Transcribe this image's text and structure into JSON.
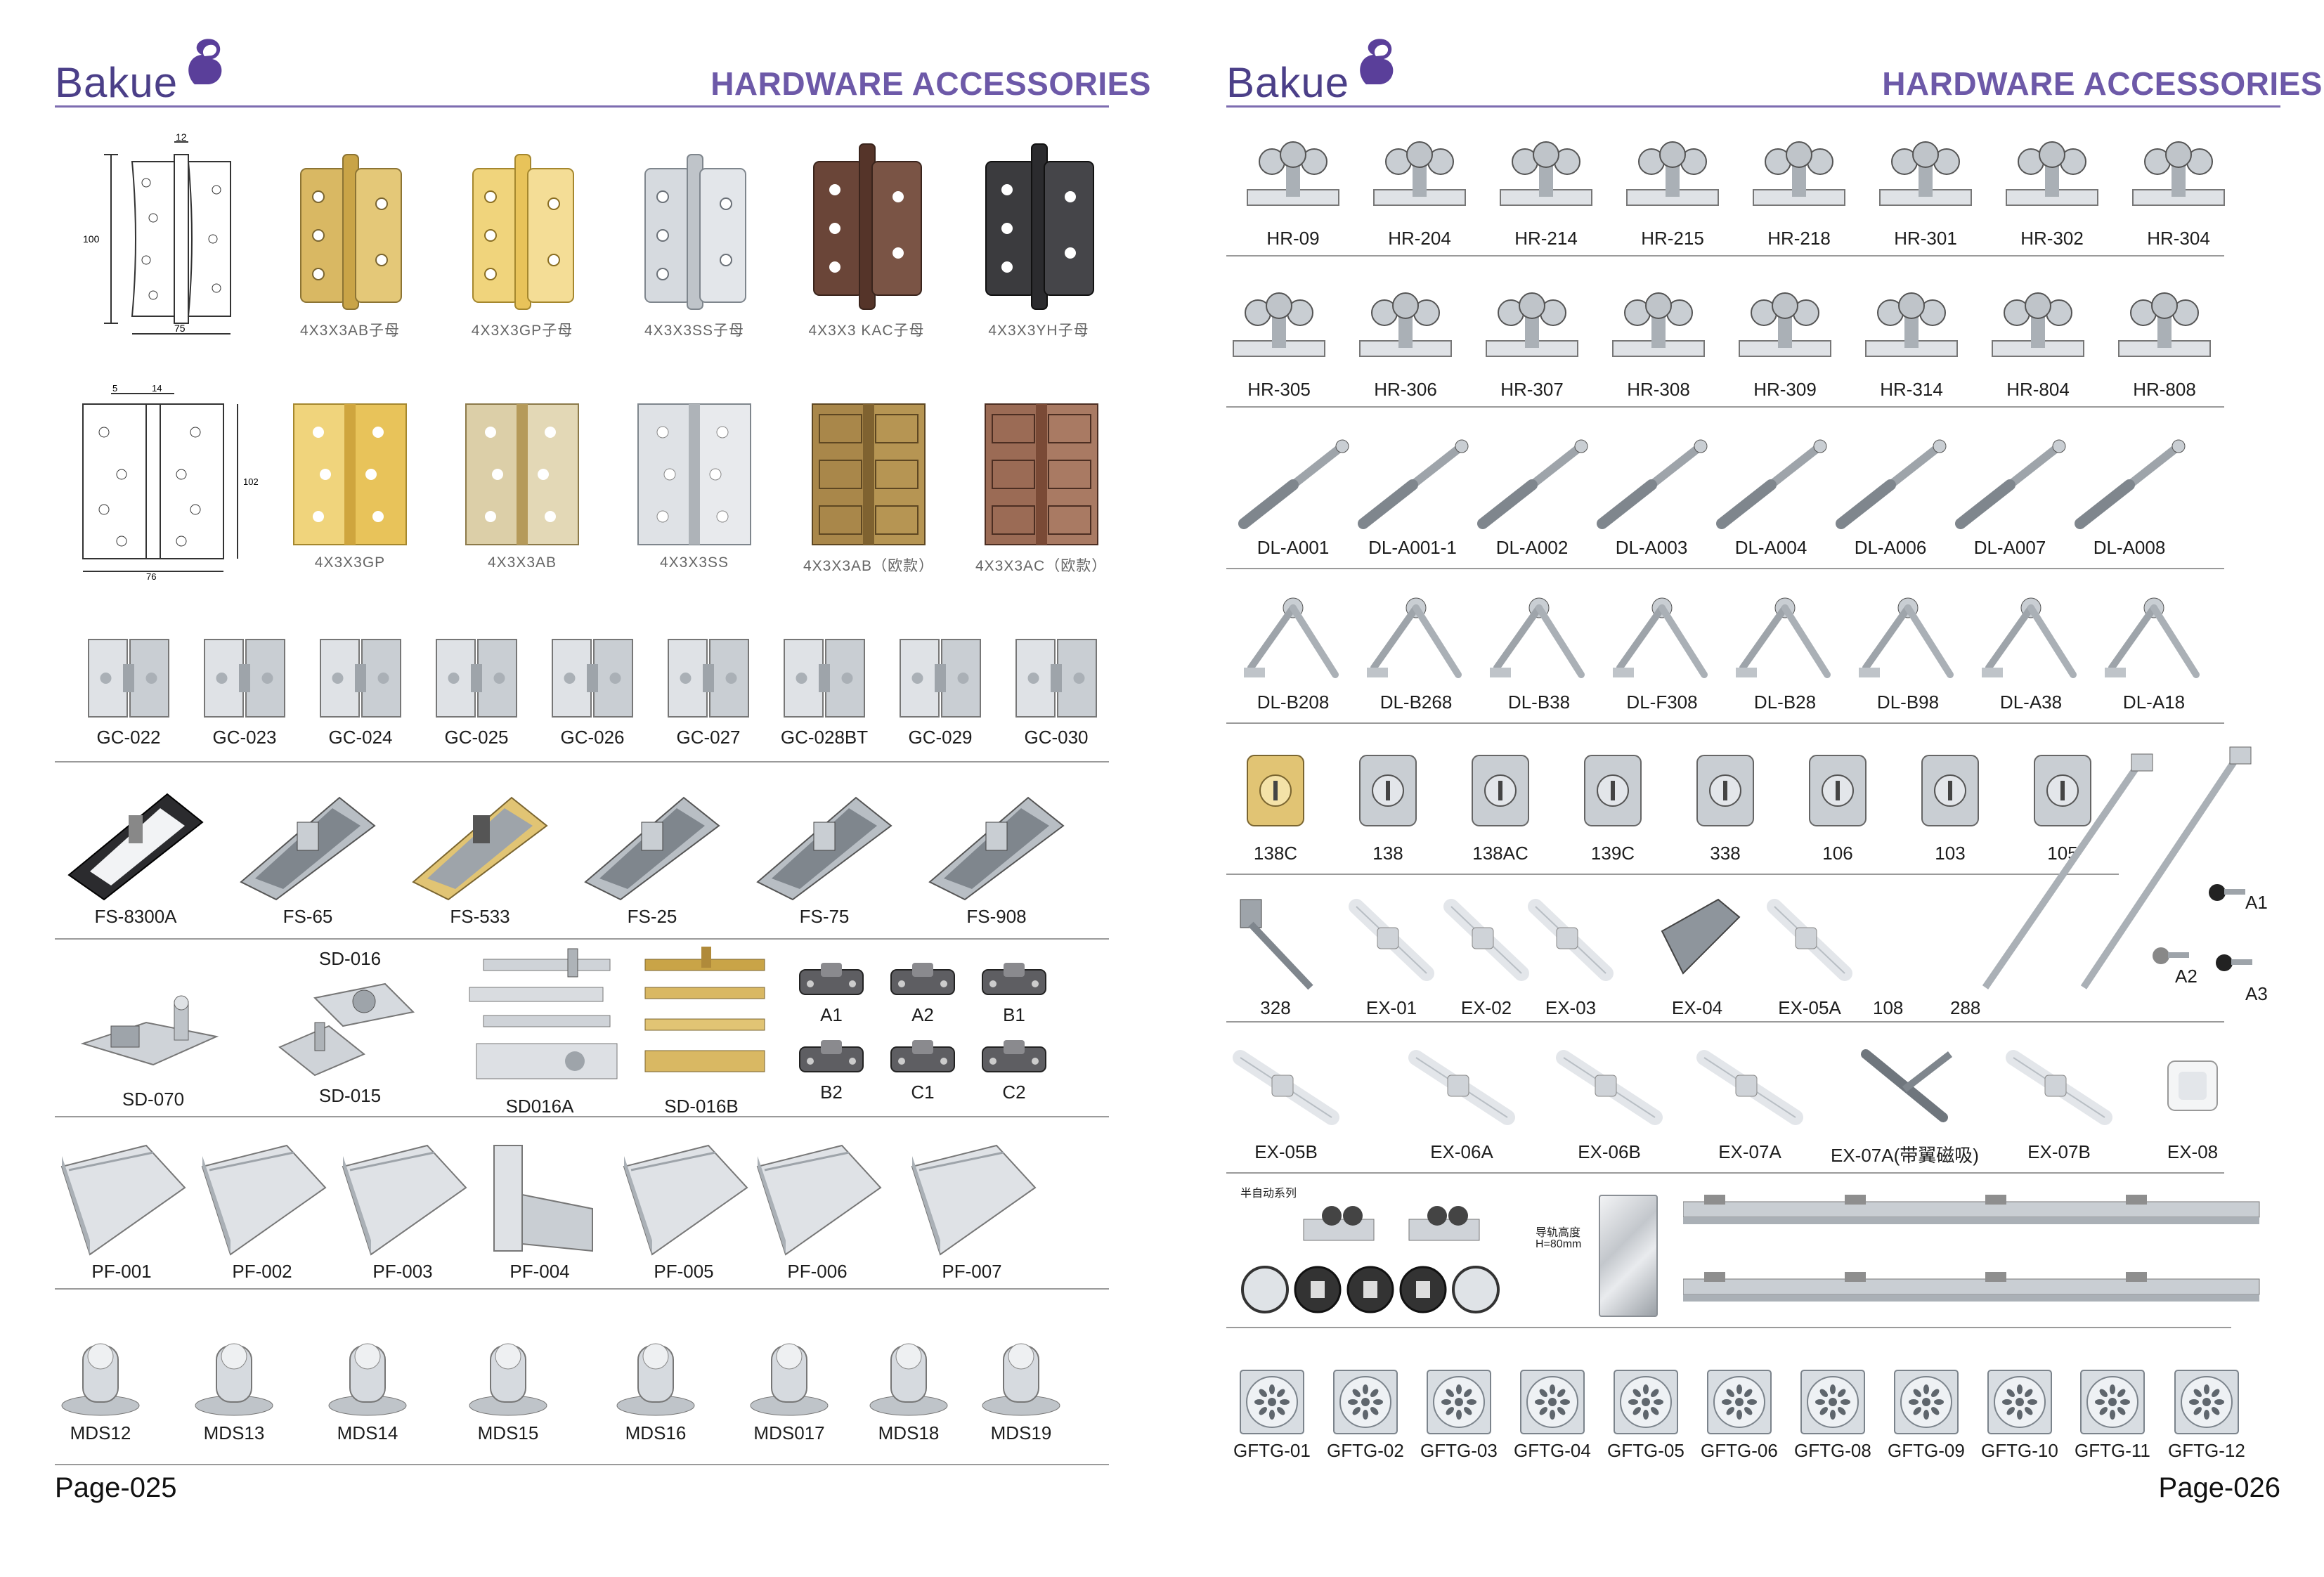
{
  "brand": "Bakue",
  "colors": {
    "brand_purple": "#4b3f88",
    "title_purple": "#6d59a8",
    "rule": "#7d6cb0",
    "brass": "#d9b863",
    "gold": "#e8c35a",
    "stainless": "#cfd3d8",
    "bronze": "#6a4538",
    "black": "#2b2b2e",
    "antique_brass": "#a9874a",
    "antique_copper": "#9b6b55"
  },
  "left_page": {
    "title": "HARDWARE ACCESSORIES",
    "page_number": "Page-025",
    "diagram_hinge_1": {
      "dim_top": "12",
      "dim_left": "100",
      "dim_bottom": "75"
    },
    "diagram_hinge_2": {
      "dim_top_a": "5",
      "dim_top_b": "14",
      "dim_right": "102",
      "dim_bottom": "76"
    },
    "hinges_row1": [
      {
        "label": "4X3X3AB子母",
        "finish": "brass"
      },
      {
        "label": "4X3X3GP子母",
        "finish": "gold"
      },
      {
        "label": "4X3X3SS子母",
        "finish": "stainless"
      },
      {
        "label": "4X3X3 KAC子母",
        "finish": "bronze"
      },
      {
        "label": "4X3X3YH子母",
        "finish": "black"
      }
    ],
    "hinges_row2": [
      {
        "label": "4X3X3GP",
        "finish": "gold"
      },
      {
        "label": "4X3X3AB",
        "finish": "brass"
      },
      {
        "label": "4X3X3SS",
        "finish": "stainless"
      },
      {
        "label": "4X3X3AB（欧款）",
        "finish": "antique_brass"
      },
      {
        "label": "4X3X3AC（欧款）",
        "finish": "antique_copper"
      }
    ],
    "glass_clamps": [
      "GC-022",
      "GC-023",
      "GC-024",
      "GC-025",
      "GC-026",
      "GC-027",
      "GC-028BT",
      "GC-029",
      "GC-030"
    ],
    "floor_springs": [
      "FS-8300A",
      "FS-65",
      "FS-533",
      "FS-25",
      "FS-75",
      "FS-908"
    ],
    "pivots": [
      "SD-070",
      "SD-016",
      "SD-015",
      "SD016A",
      "SD-016B"
    ],
    "catches": [
      "A1",
      "A2",
      "B1",
      "B2",
      "C1",
      "C2"
    ],
    "patch_fittings": [
      "PF-001",
      "PF-002",
      "PF-003",
      "PF-004",
      "PF-005",
      "PF-006",
      "PF-007"
    ],
    "door_stops": [
      "MDS12",
      "MDS13",
      "MDS14",
      "MDS15",
      "MDS16",
      "MDS017",
      "MDS18",
      "MDS19"
    ]
  },
  "right_page": {
    "title": "HARDWARE ACCESSORIES",
    "page_number": "Page-026",
    "rollers_row1": [
      "HR-09",
      "HR-204",
      "HR-214",
      "HR-215",
      "HR-218",
      "HR-301",
      "HR-302",
      "HR-304"
    ],
    "rollers_row2": [
      "HR-305",
      "HR-306",
      "HR-307",
      "HR-308",
      "HR-309",
      "HR-314",
      "HR-804",
      "HR-808"
    ],
    "gas_struts": [
      "DL-A001",
      "DL-A001-1",
      "DL-A002",
      "DL-A003",
      "DL-A004",
      "DL-A006",
      "DL-A007",
      "DL-A008"
    ],
    "lid_stays": [
      "DL-B208",
      "DL-B268",
      "DL-B38",
      "DL-F308",
      "DL-B28",
      "DL-B98",
      "DL-A38",
      "DL-A18"
    ],
    "locks": [
      "138C",
      "138",
      "138AC",
      "139C",
      "338",
      "106",
      "103",
      "105"
    ],
    "rod_locks_row": [
      "328",
      "EX-01",
      "EX-02",
      "EX-03",
      "EX-04",
      "EX-05A",
      "108",
      "288"
    ],
    "rod_lock_parts": [
      "A1",
      "A2",
      "A3"
    ],
    "push_latches": [
      "EX-05B",
      "EX-06A",
      "EX-06B",
      "EX-07A",
      "EX-07A(带翼磁吸)",
      "EX-07B",
      "EX-08"
    ],
    "semi_auto": {
      "series_label": "半自动系列",
      "track_height_label": "导轨高度",
      "track_height_value": "H=80mm"
    },
    "floor_drains": [
      "GFTG-01",
      "GFTG-02",
      "GFTG-03",
      "GFTG-04",
      "GFTG-05",
      "GFTG-06",
      "GFTG-08",
      "GFTG-09",
      "GFTG-10",
      "GFTG-11",
      "GFTG-12"
    ]
  }
}
